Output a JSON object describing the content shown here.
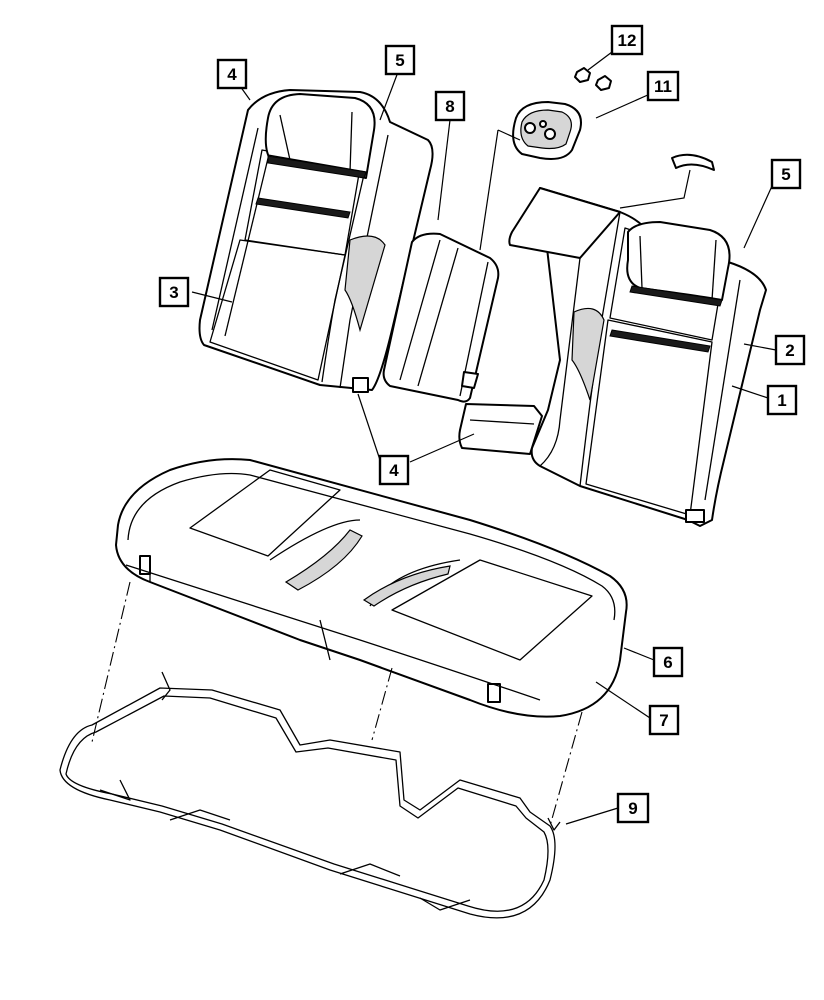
{
  "callouts": [
    {
      "label": "12"
    },
    {
      "label": "11"
    },
    {
      "label": "4"
    },
    {
      "label": "5"
    },
    {
      "label": "8"
    },
    {
      "label": "5"
    },
    {
      "label": "3"
    },
    {
      "label": "2"
    },
    {
      "label": "1"
    },
    {
      "label": "4"
    },
    {
      "label": "6"
    },
    {
      "label": "7"
    },
    {
      "label": "9"
    }
  ]
}
